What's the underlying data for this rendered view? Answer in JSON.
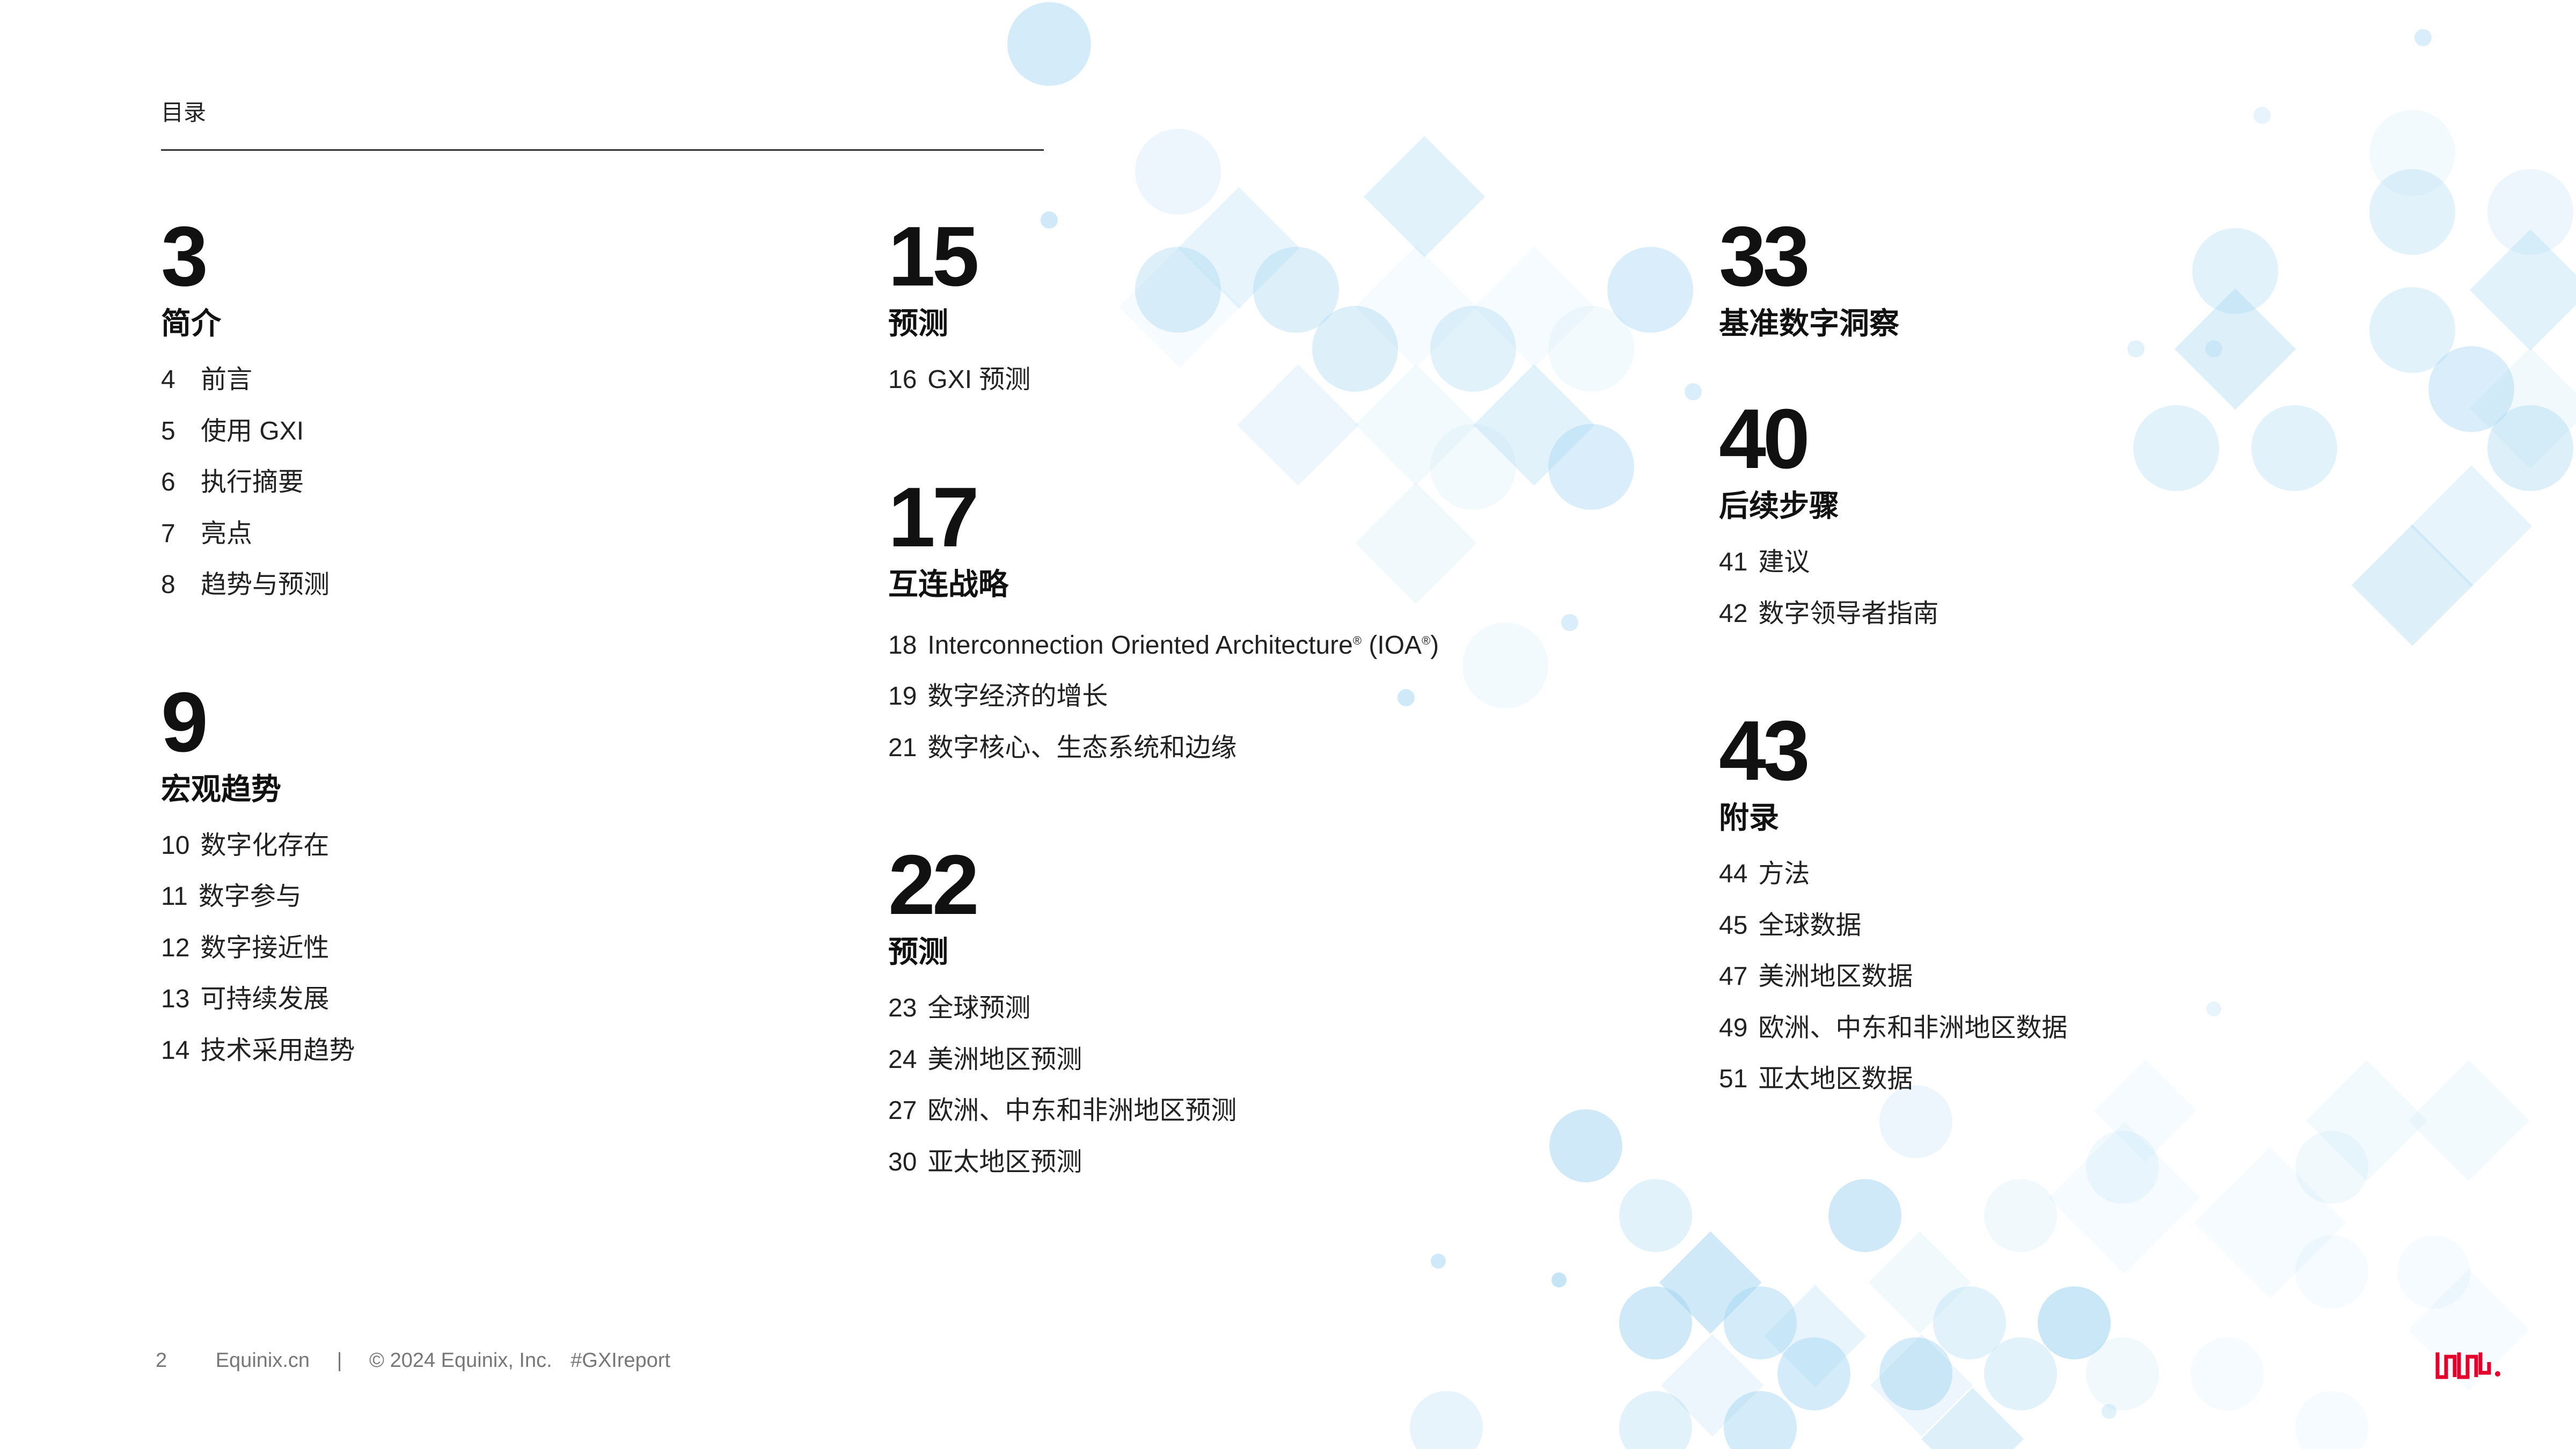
{
  "header": {
    "label": "目录"
  },
  "colors": {
    "accent_blue": "#9fd4f2",
    "logo_red": "#e4002b",
    "text": "#1a1a1a"
  },
  "columns": [
    {
      "sections": [
        {
          "page": "3",
          "title": "简介",
          "items": [
            {
              "num": "4",
              "text": "前言"
            },
            {
              "num": "5",
              "text": "使用 GXI"
            },
            {
              "num": "6",
              "text": "执行摘要"
            },
            {
              "num": "7",
              "text": "亮点"
            },
            {
              "num": "8",
              "text": "趋势与预测"
            }
          ]
        },
        {
          "page": "9",
          "title": "宏观趋势",
          "items": [
            {
              "num": "10",
              "text": "数字化存在"
            },
            {
              "num": "11",
              "text": "数字参与"
            },
            {
              "num": "12",
              "text": "数字接近性"
            },
            {
              "num": "13",
              "text": "可持续发展"
            },
            {
              "num": "14",
              "text": "技术采用趋势"
            }
          ]
        }
      ]
    },
    {
      "sections": [
        {
          "page": "15",
          "title": "预测",
          "items": [
            {
              "num": "16",
              "text": "GXI 预测"
            }
          ]
        },
        {
          "page": "17",
          "title": "互连战略",
          "items": [
            {
              "num": "18",
              "text": "Interconnection Oriented Architecture",
              "sup": "®",
              "after": " (IOA",
              "sup2": "®",
              "close": ")"
            },
            {
              "num": "19",
              "text": "数字经济的增长"
            },
            {
              "num": "21",
              "text": "数字核心、生态系统和边缘"
            }
          ]
        },
        {
          "page": "22",
          "title": "预测",
          "items": [
            {
              "num": "23",
              "text": "全球预测"
            },
            {
              "num": "24",
              "text": "美洲地区预测"
            },
            {
              "num": "27",
              "text": "欧洲、中东和非洲地区预测"
            },
            {
              "num": "30",
              "text": "亚太地区预测"
            }
          ]
        }
      ]
    },
    {
      "sections": [
        {
          "page": "33",
          "title": "基准数字洞察",
          "items": []
        },
        {
          "page": "40",
          "title": "后续步骤",
          "items": [
            {
              "num": "41",
              "text": "建议"
            },
            {
              "num": "42",
              "text": "数字领导者指南"
            }
          ]
        },
        {
          "page": "43",
          "title": "附录",
          "items": [
            {
              "num": "44",
              "text": "方法"
            },
            {
              "num": "45",
              "text": "全球数据"
            },
            {
              "num": "47",
              "text": "美洲地区数据"
            },
            {
              "num": "49",
              "text": "欧洲、中东和非洲地区数据"
            },
            {
              "num": "51",
              "text": "亚太地区数据"
            }
          ]
        }
      ]
    }
  ],
  "footer": {
    "page_number": "2",
    "site": "Equinix.cn",
    "separator": "|",
    "copyright": "© 2024 Equinix, Inc.",
    "hashtag": "#GXIreport"
  },
  "icons": {
    "logo": "equinix-logo-icon"
  }
}
